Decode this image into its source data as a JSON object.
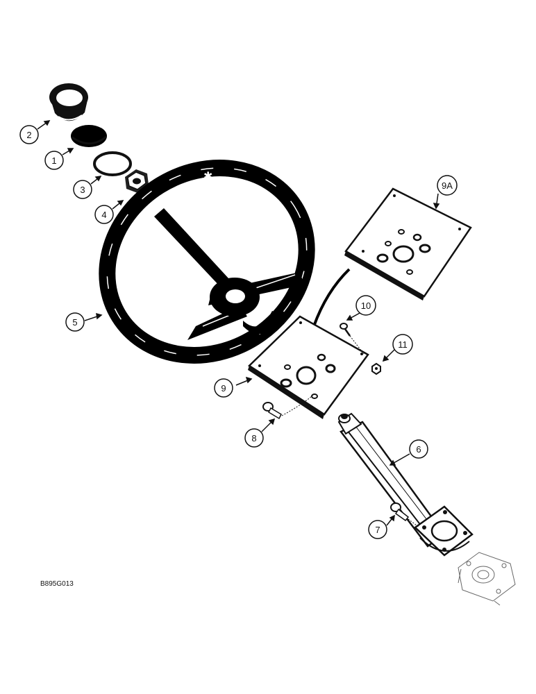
{
  "diagram": {
    "drawing_code": "B895G013",
    "callouts": [
      "1",
      "2",
      "3",
      "4",
      "5",
      "6",
      "7",
      "8",
      "9",
      "9A",
      "10",
      "11"
    ]
  }
}
